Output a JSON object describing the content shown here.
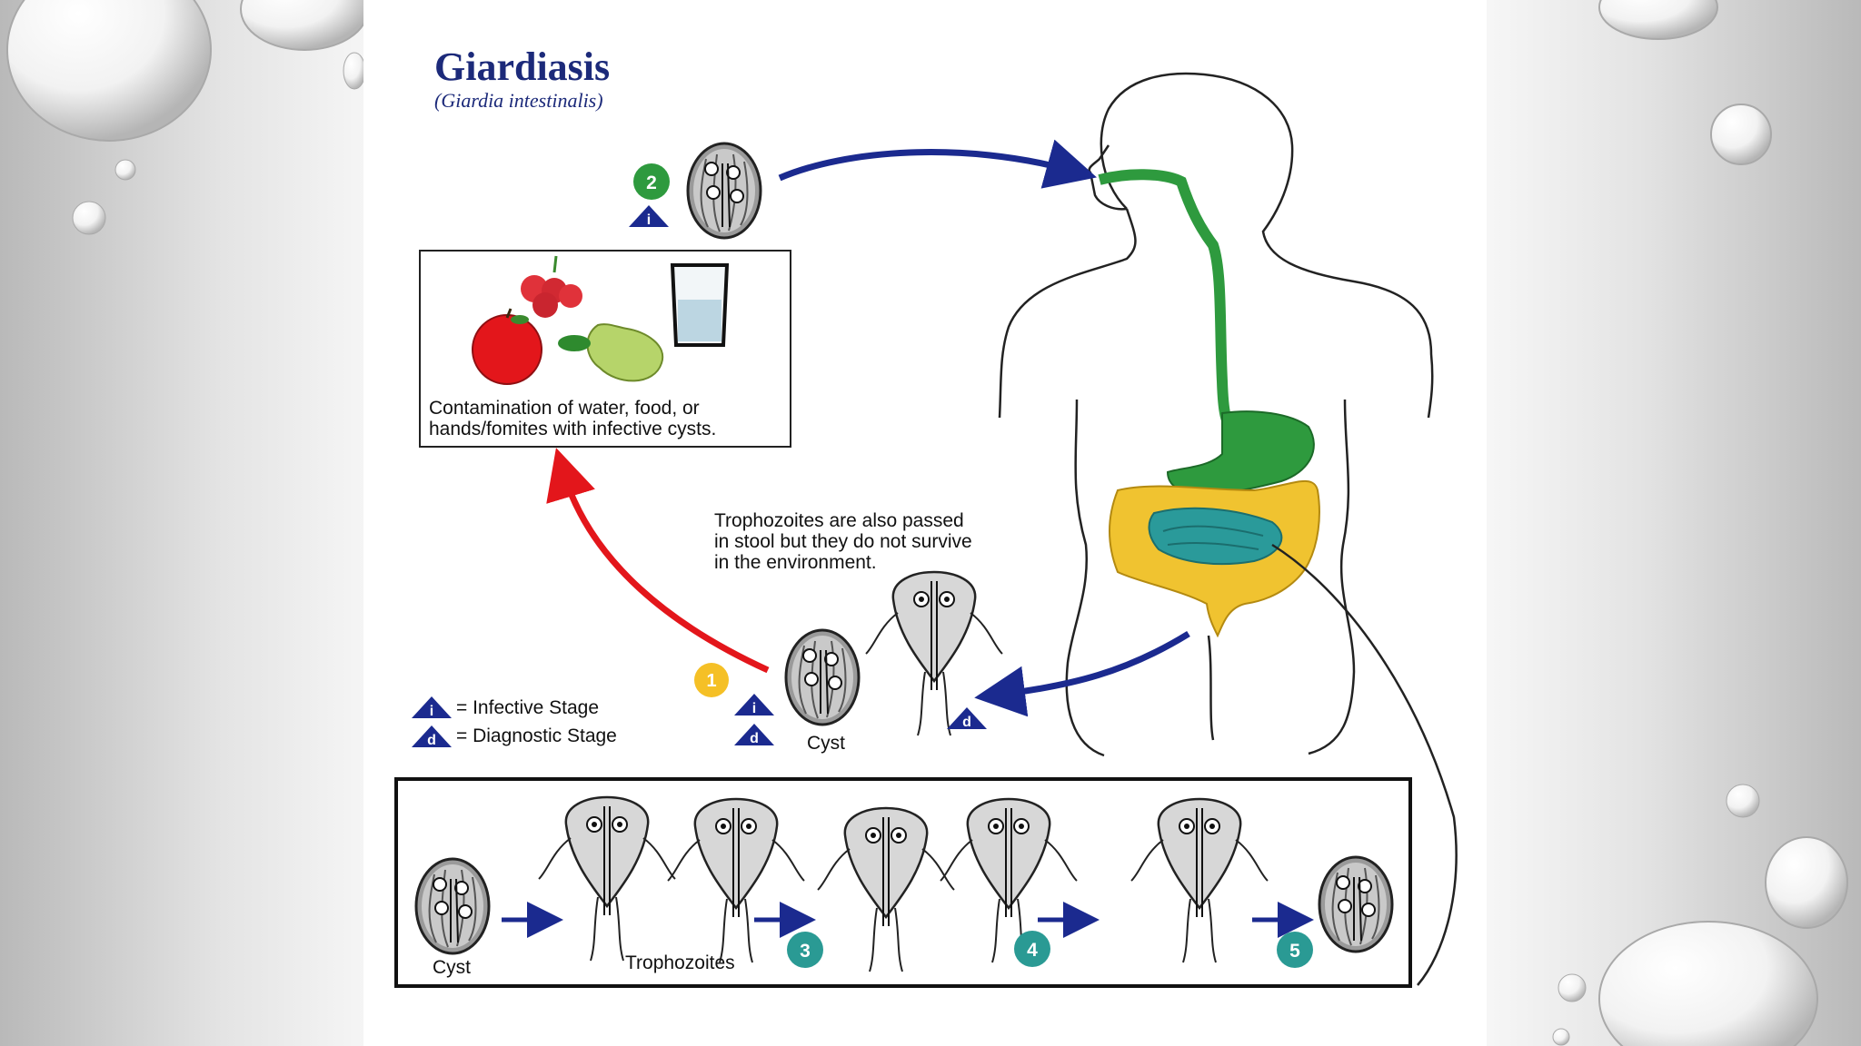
{
  "title": "Giardiasis",
  "subtitle": "(Giardia intestinalis)",
  "contamination_text": "Contamination of water, food, or hands/fomites with infective cysts.",
  "trophozoite_note": "Trophozoites are also passed in stool but they do not survive in the environment.",
  "legend": {
    "infective_symbol": "i",
    "infective_label": "= Infective Stage",
    "diagnostic_symbol": "d",
    "diagnostic_label": "= Diagnostic Stage"
  },
  "stage_numbers": [
    "1",
    "2",
    "3",
    "4",
    "5"
  ],
  "labels": {
    "cyst": "Cyst",
    "bottom_cyst": "Cyst",
    "trophozoites": "Trophozoites"
  },
  "colors": {
    "title": "#1c2a7a",
    "arrow_blue": "#1b2a8f",
    "arrow_red": "#e3161b",
    "esophagus_stomach": "#2e9a3e",
    "small_intestine": "#2a9a9a",
    "large_intestine": "#f0c330",
    "stage1_badge": "#f5c026",
    "stage2_badge": "#2e9a3e",
    "stage_badges_3_5": "#2a9a94",
    "legend_triangle": "#1b2a8f"
  }
}
